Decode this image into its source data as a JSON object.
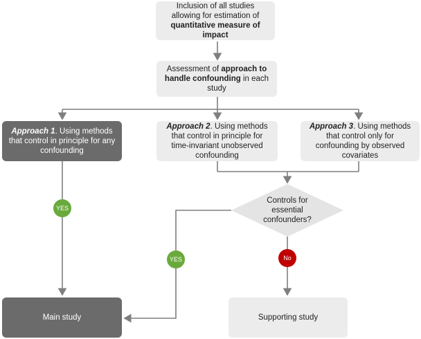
{
  "boxes": {
    "inclusion": {
      "pre": "Inclusion of all studies allowing for estimation of ",
      "bold": "quantitative measure of impact",
      "post": ""
    },
    "assessment": {
      "pre": "Assessment of ",
      "bold": "approach to handle confounding",
      "post": " in each study"
    },
    "approach1": {
      "ital": "Approach 1",
      "post": ". Using methods that control in principle for any confounding"
    },
    "approach2": {
      "ital": "Approach 2",
      "post": ". Using methods that control in principle for time-invariant unobserved confounding"
    },
    "approach3": {
      "ital": "Approach 3",
      "post": ". Using methods that control only for confounding by observed covariates"
    },
    "decision": "Controls for essential confounders?",
    "main_study": "Main study",
    "supporting_study": "Supporting study"
  },
  "badges": {
    "yes_left": "YES",
    "yes_mid": "YES",
    "no": "No"
  },
  "colors": {
    "dark_box": "#6b6b6b",
    "light_box": "#ececec",
    "yes": "#6aaa3c",
    "no": "#c00000",
    "arrow": "#7f7f7f"
  }
}
